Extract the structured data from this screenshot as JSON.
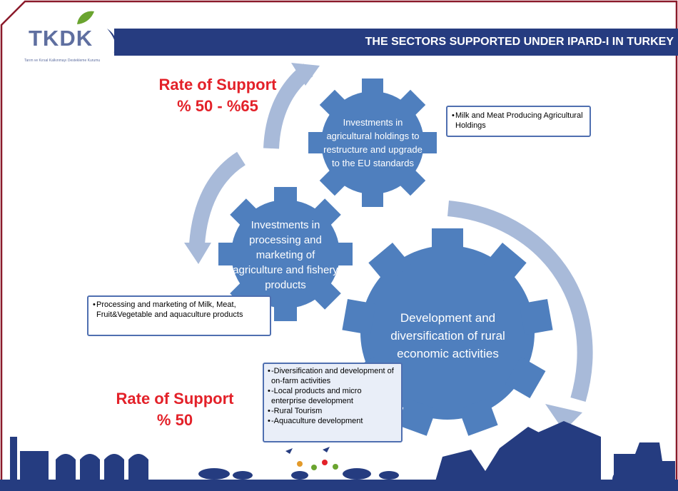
{
  "header": {
    "title": "THE SECTORS SUPPORTED UNDER IPARD-I IN TURKEY",
    "bar_color": "#263c80"
  },
  "logo": {
    "text": "TKDK",
    "subtitle": "Tarım ve Kırsal Kalkınmayı Destekleme Kurumu",
    "leaf_color": "#6aa42f"
  },
  "rates": {
    "top": [
      "Rate of Support",
      "% 50 - %65"
    ],
    "bottom": [
      "Rate of Support",
      "% 50"
    ],
    "color": "#e32129"
  },
  "gears": [
    {
      "label": "Investments in agricultural holdings to restructure and upgrade to the EU standards"
    },
    {
      "label": "Investments in processing and marketing of agriculture and fishery products"
    },
    {
      "label": "Development and diversification of rural economic activities"
    }
  ],
  "boxes": {
    "holdings": [
      "Milk and Meat Producing Agricultural Holdings"
    ],
    "processing": [
      "Processing and marketing of  Milk, Meat, Fruit&Vegetable and aquaculture products"
    ],
    "rural": [
      "-Diversification and development of on-farm activities",
      "-Local products and micro enterprise development",
      "-Rural Tourism",
      "-Aquaculture development"
    ]
  },
  "colors": {
    "gear": "#4f7fbe",
    "arrow": "#a8bad9",
    "frame": "#8b1a2a",
    "silhouette": "#253c80"
  }
}
